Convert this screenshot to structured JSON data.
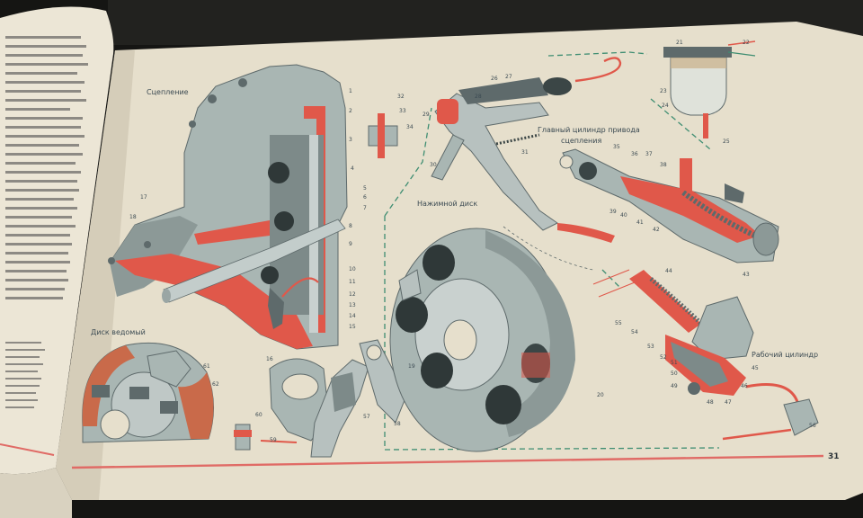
{
  "page": {
    "page_number": "31"
  },
  "labels": {
    "clutch": "Сцепление",
    "driven_disc": "Диск ведомый",
    "pressure_disc": "Нажимной диск",
    "master_cylinder_line1": "Главный цилиндр привода",
    "master_cylinder_line2": "сцепления",
    "slave_cylinder": "Рабочий цилиндр"
  },
  "callouts": {
    "clutch": [
      "1",
      "2",
      "3",
      "4",
      "5",
      "6",
      "7",
      "8",
      "9",
      "10",
      "11",
      "12",
      "13",
      "14",
      "15",
      "16",
      "17",
      "18"
    ],
    "pedal": [
      "26",
      "27",
      "28",
      "29",
      "30",
      "31",
      "32",
      "33",
      "34"
    ],
    "reservoir": [
      "21",
      "22",
      "23",
      "24",
      "25"
    ],
    "master_cylinder": [
      "35",
      "36",
      "37",
      "38",
      "39",
      "40",
      "41",
      "42",
      "43"
    ],
    "slave_cylinder": [
      "44",
      "45",
      "46",
      "47",
      "48",
      "49",
      "50",
      "51",
      "52",
      "53",
      "54",
      "55",
      "56",
      "57",
      "58",
      "59",
      "60",
      "61",
      "62"
    ],
    "pressure_plate": [
      "19",
      "20"
    ]
  },
  "colors": {
    "page": "#e8e2cf",
    "part_grey": "#a9b6b3",
    "part_dark": "#5e6a6b",
    "section_red": "#e0584a",
    "guide_green": "#3f8e72",
    "rule_red": "#e06b66"
  }
}
